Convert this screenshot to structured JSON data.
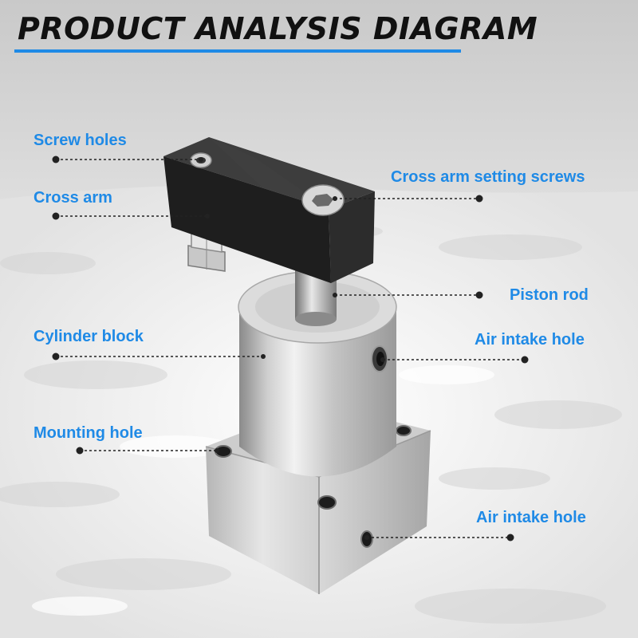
{
  "title": "PRODUCT ANALYSIS DIAGRAM",
  "colors": {
    "label": "#1f8ae6",
    "title": "#111111",
    "accent": "#1f8ae6"
  },
  "labels": {
    "screw_holes": "Screw holes",
    "cross_arm": "Cross arm",
    "cross_arm_setting_screws": "Cross arm setting screws",
    "piston_rod": "Piston rod",
    "cylinder_block": "Cylinder block",
    "air_intake_hole_upper": "Air intake hole",
    "mounting_hole": "Mounting hole",
    "air_intake_hole_lower": "Air intake hole"
  }
}
